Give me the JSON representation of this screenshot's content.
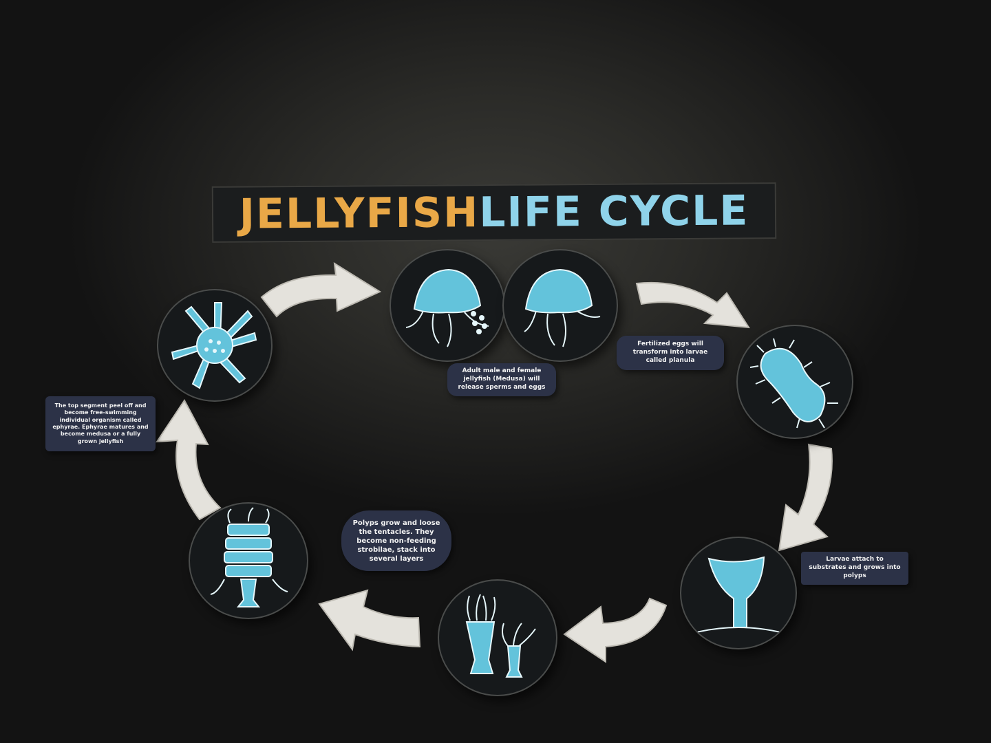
{
  "title": {
    "part1": "JELLYFISH",
    "part2": "LIFE CYCLE"
  },
  "colors": {
    "accent_orange": "#e9a847",
    "accent_blue": "#8fd3ea",
    "label_bg": "#2c3247",
    "illustration": "#63c3db"
  },
  "stages": [
    {
      "name": "medusa",
      "caption": "Adult male and female jellyfish (Medusa) will release sperms and eggs",
      "icon": "medusa-pair-icon"
    },
    {
      "name": "planula",
      "caption": "Fertilized eggs will transform into larvae called planula",
      "icon": "planula-icon"
    },
    {
      "name": "polyp",
      "caption": "Larvae attach to substrates and grows into polyps",
      "icon": "polyp-icon"
    },
    {
      "name": "polyp-growth",
      "caption": "",
      "icon": "polyp-colony-icon"
    },
    {
      "name": "strobila",
      "caption": "Polyps grow and loose the tentacles. They become non-feeding strobilae, stack into several layers",
      "icon": "strobila-icon"
    },
    {
      "name": "ephyra",
      "caption": "The top segment peel off and become free-swimming individual organism called ephyrae. Ephyrae matures and become medusa or a fully grown jellyfish",
      "icon": "ephyra-icon"
    }
  ]
}
